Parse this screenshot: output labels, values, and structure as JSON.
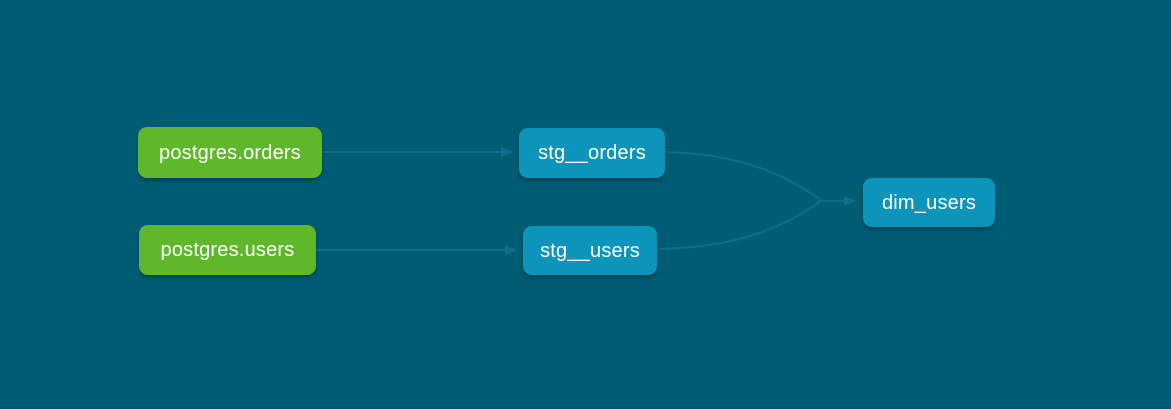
{
  "app": {
    "view": "lineage-graph"
  },
  "colors": {
    "background": "#005C73",
    "source_node": "#5FB82A",
    "model_node": "#0D94BA",
    "edge": "#0E6E8A",
    "node_text": "#FFFFFF"
  },
  "nodes": [
    {
      "label": "postgres.orders",
      "type": "source"
    },
    {
      "label": "postgres.users",
      "type": "source"
    },
    {
      "label": "stg__orders",
      "type": "model"
    },
    {
      "label": "stg__users",
      "type": "model"
    },
    {
      "label": "dim_users",
      "type": "model"
    }
  ],
  "edges": [
    {
      "from": "postgres.orders",
      "to": "stg__orders"
    },
    {
      "from": "postgres.users",
      "to": "stg__users"
    },
    {
      "from": "stg__orders",
      "to": "dim_users"
    },
    {
      "from": "stg__users",
      "to": "dim_users"
    }
  ]
}
